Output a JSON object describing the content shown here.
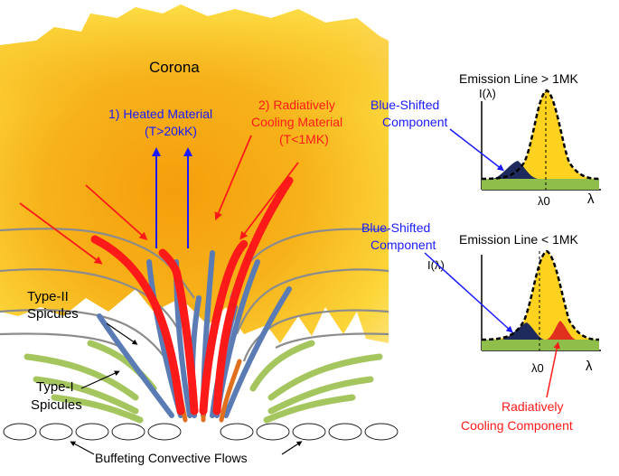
{
  "labels": {
    "corona": "Corona",
    "heated_line1": "1) Heated Material",
    "heated_line2": "(T>20kK)",
    "cooling_line1": "2) Radiatively",
    "cooling_line2": "Cooling Material",
    "cooling_line3": "(T<1MK)",
    "type2_line1": "Type-II",
    "type2_line2": "Spicules",
    "type1_line1": "Type-I",
    "type1_line2": "Spicules",
    "convective": "Buffeting Convective Flows"
  },
  "panel_top": {
    "title": "Emission Line > 1MK",
    "ylabel": "I(λ)",
    "xlabel": "λ",
    "lambda0": "λ0",
    "component_line1": "Blue-Shifted",
    "component_line2": "Component"
  },
  "panel_bottom": {
    "title": "Emission Line < 1MK",
    "ylabel": "I(λ)",
    "xlabel": "λ",
    "lambda0": "λ0",
    "component_line1": "Blue-Shifted",
    "component_line2": "Component",
    "cooling_line1": "Radiatively",
    "cooling_line2": "Cooling Component"
  },
  "colors": {
    "heated": "#1a1aff",
    "cooling": "#ff1a1a",
    "corona_light": "#fde047",
    "corona_dark": "#f59e0b",
    "spicule_blue": "#5b7bb5",
    "type1_green": "#9cc04d",
    "profile_yellow": "#ffd21f",
    "baseline_green": "#8fbf4a",
    "blue_component": "#1f2a5c",
    "red_component": "#e0301e"
  }
}
